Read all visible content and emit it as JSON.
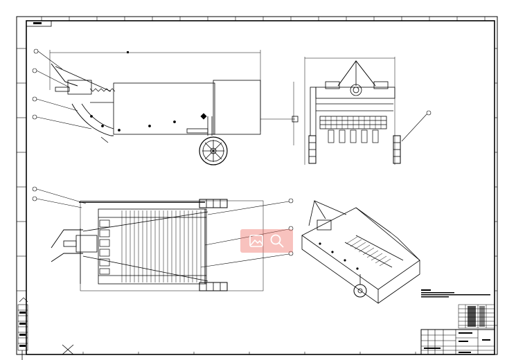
{
  "drawing": {
    "line_color": "#000000",
    "background": "#ffffff",
    "views": [
      "side-view",
      "rear-view",
      "top-view",
      "isometric-view"
    ],
    "balloon_count": 11
  },
  "overlay": {
    "color": "#f0786e",
    "icons": [
      "image-icon",
      "magnifier-icon"
    ]
  }
}
